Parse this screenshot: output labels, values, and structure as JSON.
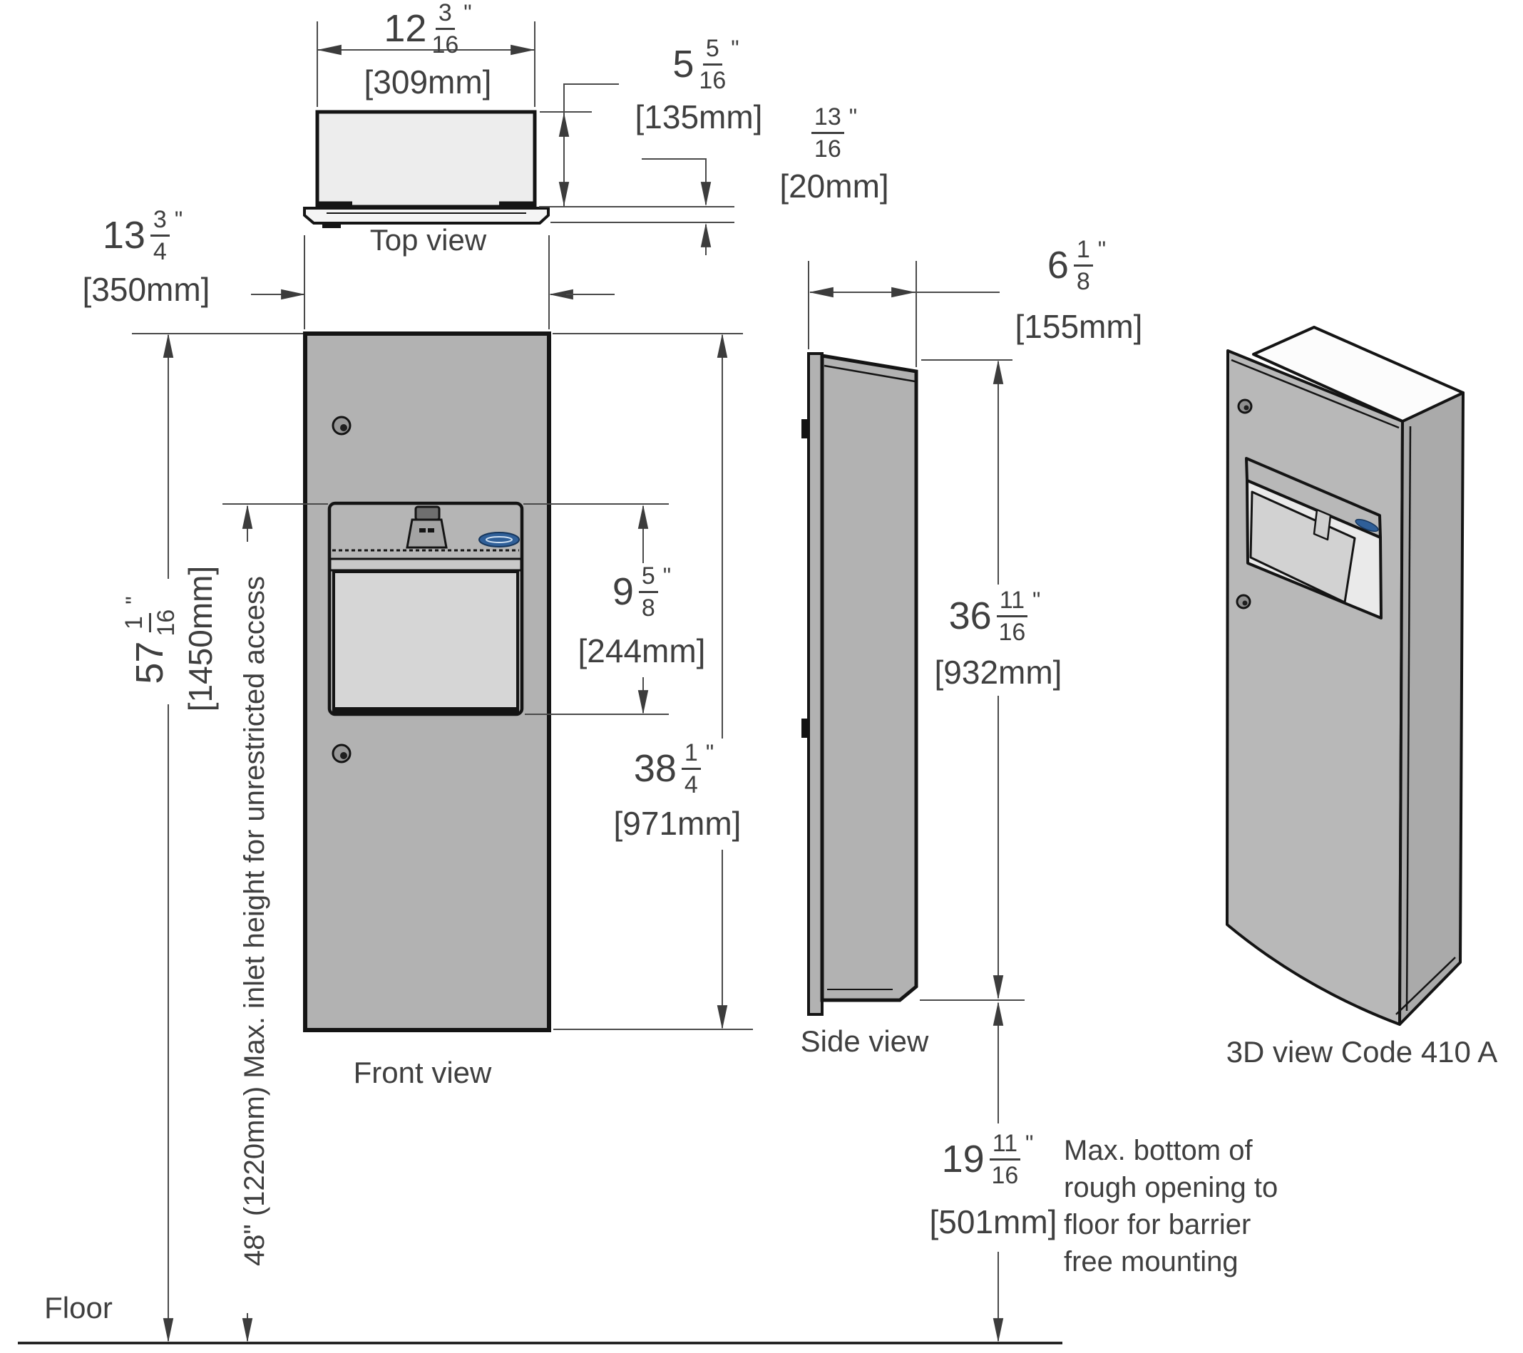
{
  "colors": {
    "body_gray": "#b2b2b2",
    "light_gray": "#ededed",
    "recess_gray": "#d6d6d6",
    "line": "#141414",
    "dim_text": "#3f3f3f",
    "brand_blue": "#2f5f98"
  },
  "views": {
    "top": "Top view",
    "front": "Front view",
    "side": "Side view",
    "iso": "3D view Code 410 A"
  },
  "dims": {
    "top_width": {
      "whole": "12",
      "num": "3",
      "den": "16",
      "unit": "\"",
      "mm": "[309mm]"
    },
    "top_depth": {
      "whole": "5",
      "num": "5",
      "den": "16",
      "unit": "\"",
      "mm": "[135mm]"
    },
    "top_lip": {
      "num": "13",
      "den": "16",
      "unit": "\"",
      "mm": "[20mm]"
    },
    "front_width": {
      "whole": "13",
      "num": "3",
      "den": "4",
      "unit": "\"",
      "mm": "[350mm]"
    },
    "opening_height": {
      "whole": "9",
      "num": "5",
      "den": "8",
      "unit": "\"",
      "mm": "[244mm]"
    },
    "panel_height": {
      "whole": "38",
      "num": "1",
      "den": "4",
      "unit": "\"",
      "mm": "[971mm]"
    },
    "overall_height": {
      "whole": "57",
      "num": "1",
      "den": "16",
      "unit": "\"",
      "mm": "[1450mm]"
    },
    "side_depth": {
      "whole": "6",
      "num": "1",
      "den": "8",
      "unit": "\"",
      "mm": "[155mm]"
    },
    "rough_opening_height": {
      "whole": "36",
      "num": "11",
      "den": "16",
      "unit": "\"",
      "mm": "[932mm]"
    },
    "rough_opening_to_floor": {
      "whole": "19",
      "num": "11",
      "den": "16",
      "unit": "\"",
      "mm": "[501mm]"
    }
  },
  "notes": {
    "max_inlet": "48\" (1220mm) Max. inlet height for unrestricted access",
    "barrier_free": "Max. bottom of rough opening to floor for barrier free mounting",
    "floor": "Floor"
  }
}
